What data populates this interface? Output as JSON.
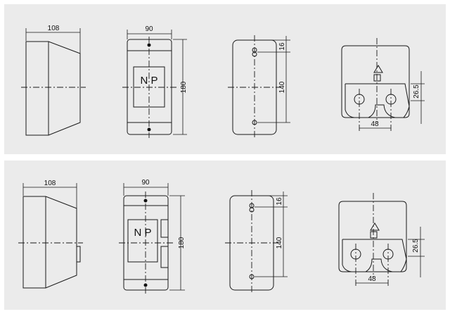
{
  "panels": [
    {
      "id": "top",
      "dims": {
        "side_width": "108",
        "front_width": "90",
        "front_height": "180",
        "back_top": "16",
        "back_spacing": "140",
        "bottom_height": "26.5",
        "bottom_width": "48"
      },
      "front_label": "N P"
    },
    {
      "id": "bottom",
      "dims": {
        "side_width": "108",
        "front_width": "90",
        "front_height": "180",
        "back_top": "16",
        "back_spacing": "140",
        "bottom_height": "26.5",
        "bottom_width": "48"
      },
      "front_label": "N P"
    }
  ]
}
